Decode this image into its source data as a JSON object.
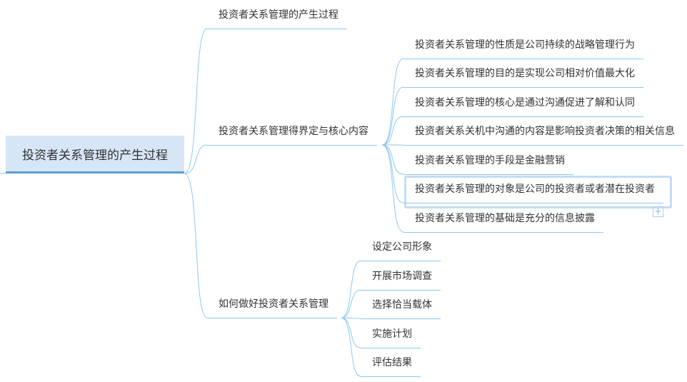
{
  "root": {
    "label": "投资者关系管理的产生过程"
  },
  "branches": [
    {
      "label": "投资者关系管理的产生过程",
      "children": []
    },
    {
      "label": "投资者关系管理得界定与核心内容",
      "children": [
        "投资者关系管理的性质是公司持续的战略管理行为",
        "投资者关系管理的目的是实现公司相对价值最大化",
        "投资者关系管理的核心是通过沟通促进了解和认同",
        "投资者关系关机中沟通的内容是影响投资者决策的相关信息",
        "投资者关系管理的手段是金融营销",
        "投资者关系管理的对象是公司的投资者或者潜在投资者",
        "投资者关系管理的基础是充分的信息披露"
      ]
    },
    {
      "label": "如何做好投资者关系管理",
      "children": [
        "设定公司形象",
        "开展市场调查",
        "选择恰当载体",
        "实施计划",
        "评估结果"
      ]
    }
  ],
  "expand_button": "+",
  "colors": {
    "line": "#8cc8f0",
    "root_fill": "#d6e6f7",
    "root_border": "#5a9fd4"
  }
}
